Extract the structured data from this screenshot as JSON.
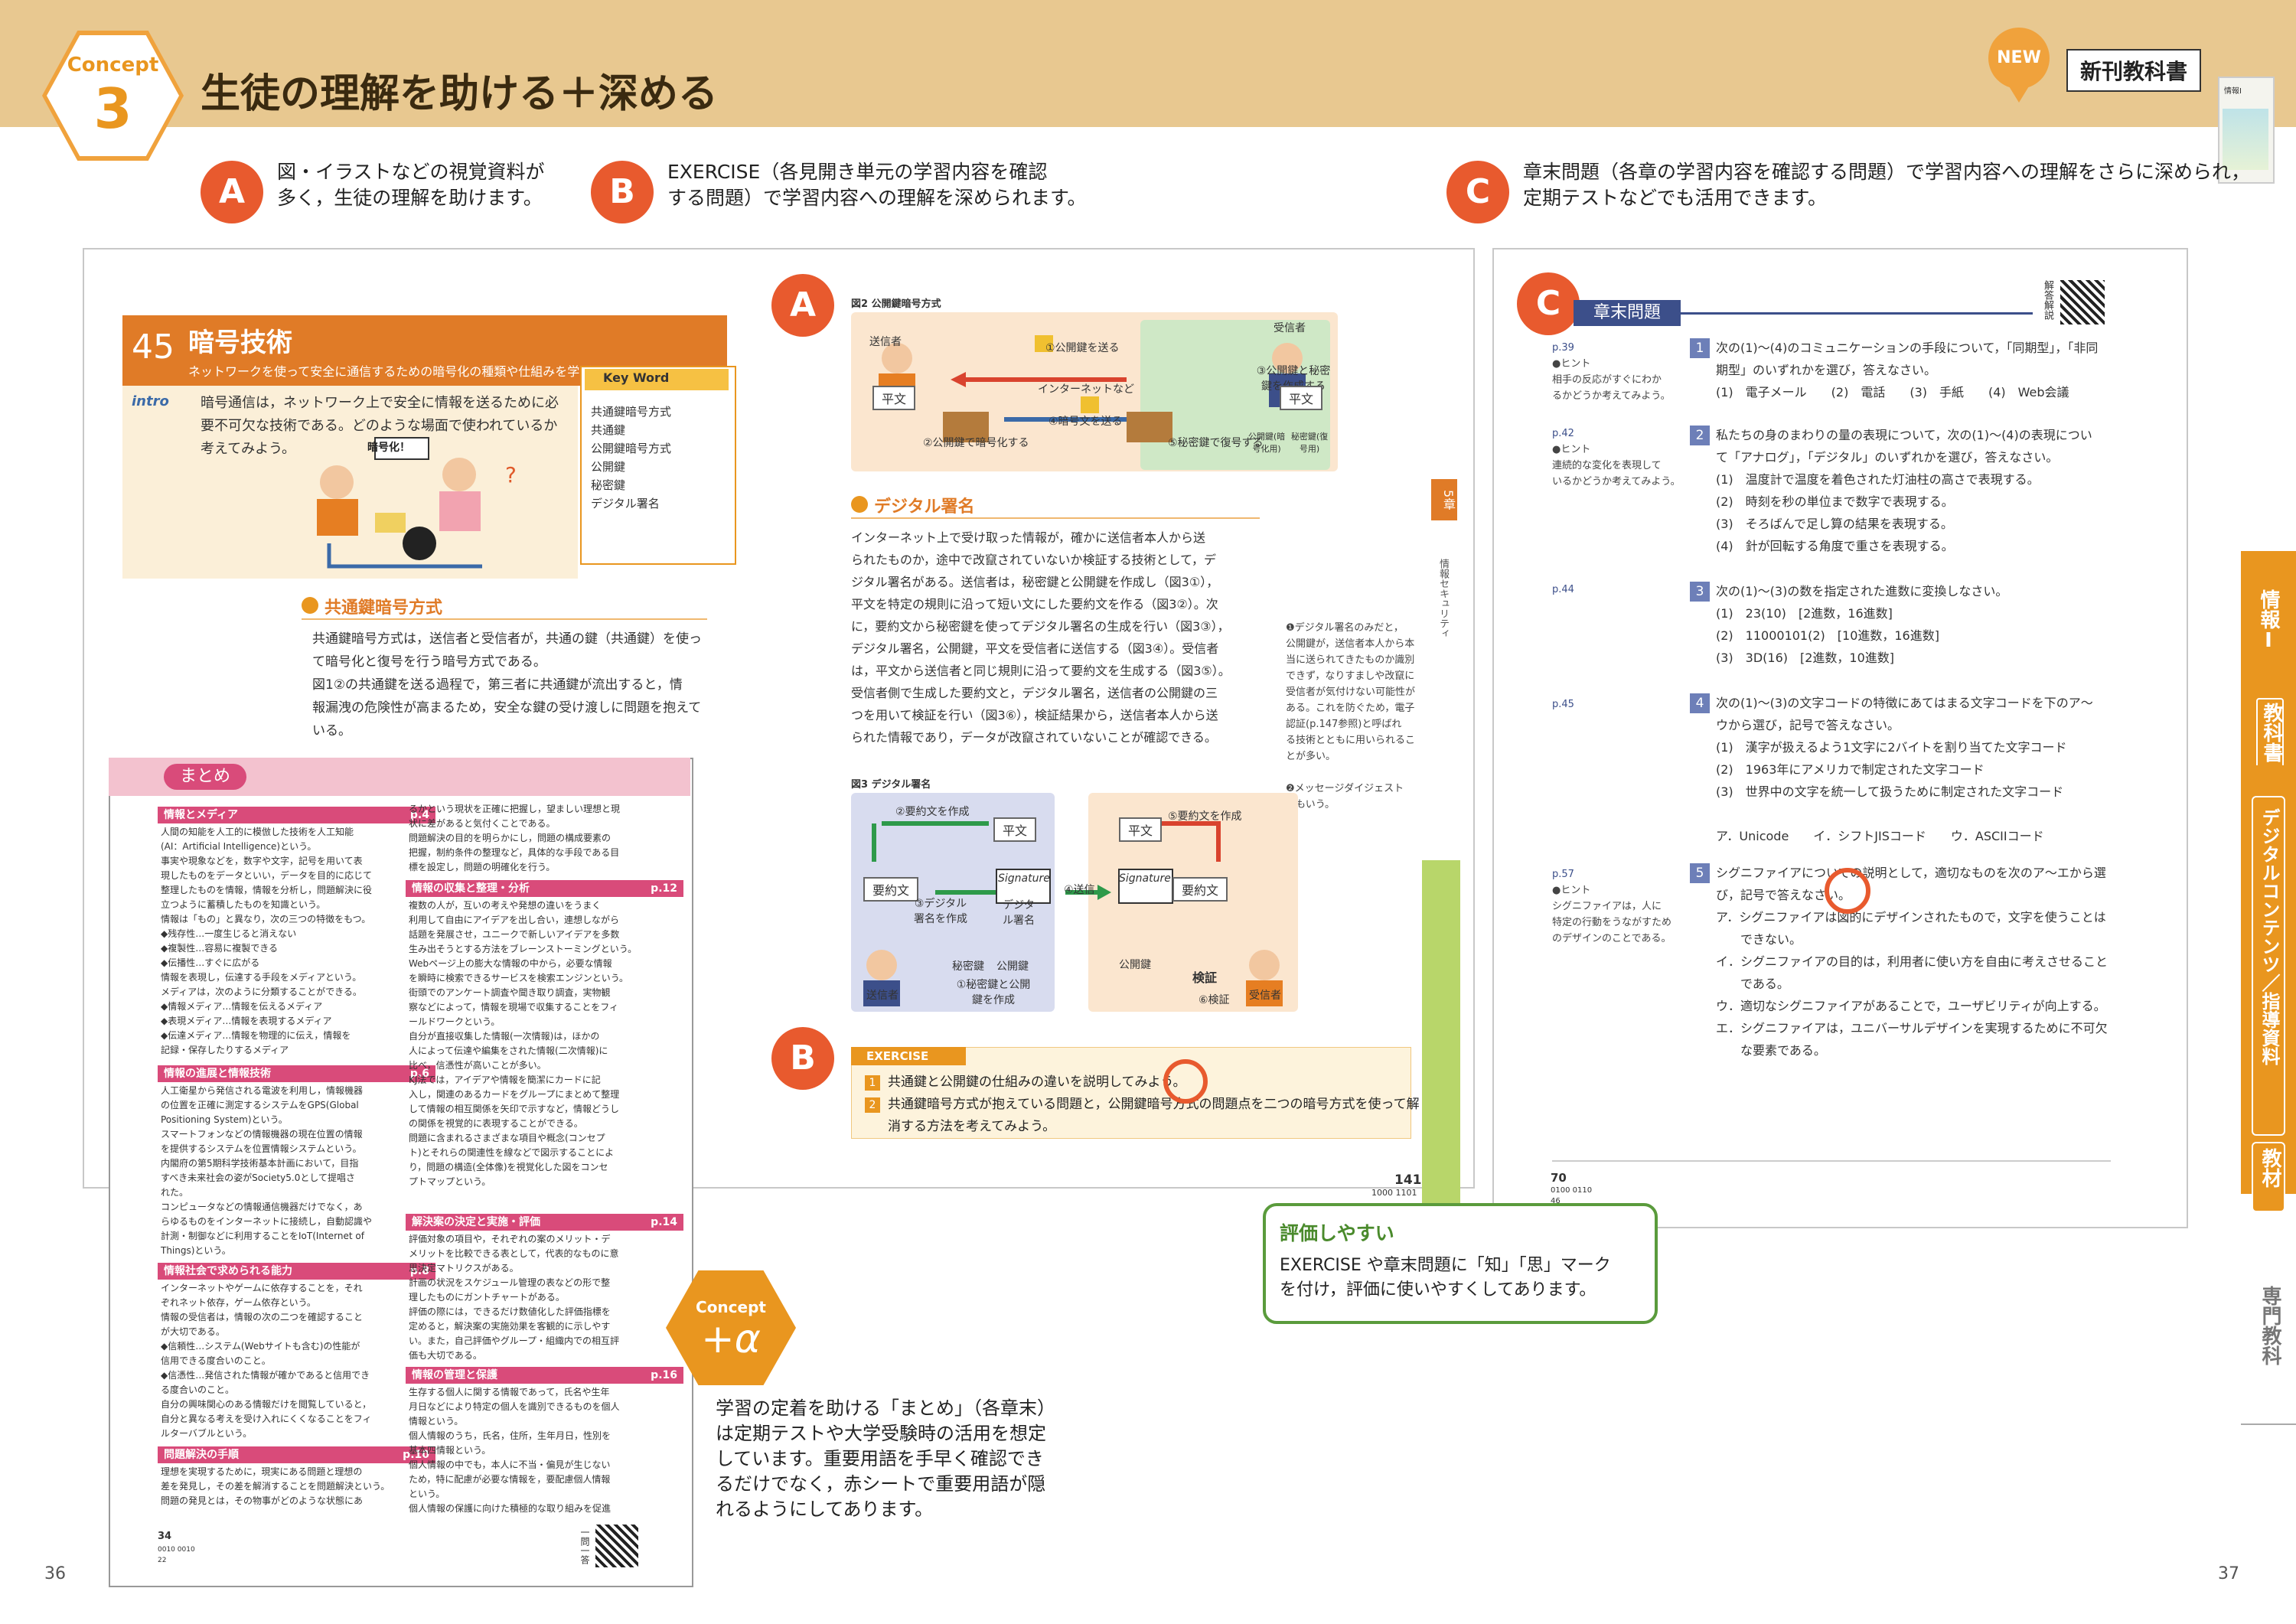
{
  "header": {
    "concept_label": "Concept",
    "concept_number": "3",
    "title": "生徒の理解を助ける＋深める",
    "new_badge": "NEW",
    "new_book": "新刊教科書",
    "book_title": "情報Ⅰ"
  },
  "points": [
    {
      "letter": "A",
      "text": "図・イラストなどの視覚資料が\n多く，生徒の理解を助けます。"
    },
    {
      "letter": "B",
      "text": "EXERCISE（各見開き単元の学習内容を確認\nする問題）で学習内容への理解を深められます。"
    },
    {
      "letter": "C",
      "text": "章末問題（各章の学習内容を確認する問題）で学習内容への理解をさらに深められ，\n定期テストなどでも活用できます。"
    }
  ],
  "left_page": {
    "unit_number": "45",
    "unit_title": "暗号技術",
    "unit_subtitle": "ネットワークを使って安全に通信するための暗号化の種類や仕組みを学ぼう",
    "intro_label": "intro",
    "intro_text": "暗号通信は，ネットワーク上で安全に情報を送るために必要不可欠な技術である。どのような場面で使われているか考えてみよう。",
    "intro_sign": "暗号化！",
    "keyword_title": "Key Word",
    "keywords": [
      "共通鍵暗号方式",
      "共通鍵",
      "公開鍵暗号方式",
      "公開鍵",
      "秘密鍵",
      "デジタル署名"
    ],
    "section1_title": "共通鍵暗号方式",
    "section1_text": [
      "共通鍵暗号方式は，送信者と受信者が，共通の鍵（共通鍵）を使っ",
      "て暗号化と復号を行う暗号方式である。",
      "図1②の共通鍵を送る過程で，第三者に共通鍵が流出すると，情",
      "報漏洩の危険性が高まるため，安全な鍵の受け渡しに問題を抱えて",
      "いる。"
    ],
    "fig2_title": "図2 公開鍵暗号方式",
    "fig2_labels": {
      "sender": "送信者",
      "receiver": "受信者",
      "step1": "①公開鍵を送る",
      "step2": "②公開鍵で暗号化する",
      "step3": "③公開鍵と秘密鍵を作成する",
      "internet": "インターネットなど",
      "step4": "④暗号文を送る",
      "step5": "⑤秘密鍵で復号する",
      "plaintext": "平文",
      "pubkey": "公開鍵(暗号化用)",
      "privkey": "秘密鍵(復号用)"
    },
    "section3_title": "デジタル署名",
    "section3_text": [
      "インターネット上で受け取った情報が，確かに送信者本人から送",
      "られたものか，途中で改竄されていないか検証する技術として，デ",
      "ジタル署名がある。送信者は，秘密鍵と公開鍵を作成し（図3①），",
      "平文を特定の規則に沿って短い文にした要約文を作る（図3②）。次",
      "に，要約文から秘密鍵を使ってデジタル署名の生成を行い（図3③），",
      "デジタル署名，公開鍵，平文を受信者に送信する（図3④）。受信者",
      "は，平文から送信者と同じ規則に沿って要約文を生成する（図3⑤）。",
      "受信者側で生成した要約文と，デジタル署名，送信者の公開鍵の三",
      "つを用いて検証を行い（図3⑥），検証結果から，送信者本人から送",
      "られた情報であり，データが改竄されていないことが確認できる。"
    ],
    "side_note": [
      "❶デジタル署名のみだと，",
      "公開鍵が，送信者本人から本",
      "当に送られてきたものか識別",
      "できず，なりすましや改竄に",
      "受信者が気付けない可能性が",
      "ある。これを防ぐため，電子",
      "認証(p.147参照)と呼ばれ",
      "る技術とともに用いられるこ",
      "とが多い。",
      "",
      "❷メッセージダイジェスト",
      "ともいう。"
    ],
    "fig3_title": "図3 デジタル署名",
    "fig3_labels": {
      "summary_create": "②要約文を作成",
      "plaintext": "平文",
      "summary": "要約文",
      "sign": "③デジタル署名を作成",
      "signature": "Signature",
      "digital_sign": "デジタル署名",
      "send": "④送信",
      "summary_create2": "⑤要約文を作成",
      "privkey": "秘密鍵",
      "pubkey": "公開鍵",
      "create_keys": "①秘密鍵と公開鍵を作成",
      "verify": "検証",
      "verify_step": "⑥検証",
      "sender": "送信者",
      "receiver": "受信者"
    },
    "exercise_label": "EXERCISE",
    "exercises": [
      {
        "num": "1",
        "text": "共通鍵と公開鍵の仕組みの違いを説明してみよう。"
      },
      {
        "num": "2",
        "text": "共通鍵暗号方式が抱えている問題と，公開鍵暗号方式の問題点を二つの暗号方式を使って解"
      },
      {
        "num": "",
        "text": "消する方法を考えてみよう。"
      }
    ],
    "chapter_tab": "5章",
    "chapter_side": "情報セキュリティ",
    "page_number": "141",
    "page_code": "1000 1101"
  },
  "matome": {
    "title": "まとめ",
    "sections": [
      {
        "head": "情報とメディア",
        "ref": "p.4"
      },
      {
        "head": "情報の進展と情報技術",
        "ref": "p.6"
      },
      {
        "head": "情報社会で求められる能力",
        "ref": "p.8"
      },
      {
        "head": "問題解決の手順",
        "ref": "p.10"
      },
      {
        "head": "情報の収集と整理・分析",
        "ref": "p.12"
      },
      {
        "head": "解決案の決定と実施・評価",
        "ref": "p.14"
      },
      {
        "head": "情報の管理と保護",
        "ref": "p.16"
      }
    ],
    "lines_left": [
      "人間の知能を人工的に模倣した技術を人工知能",
      "(AI：Artificial Intelligence)という。",
      "事実や現象などを，数字や文字，記号を用いて表",
      "現したものをデータといい，データを目的に応じて",
      "整理したものを情報，情報を分析し，問題解決に役",
      "立つように蓄積したものを知識という。",
      "情報は「もの」と異なり，次の三つの特徴をもつ。",
      "◆残存性…一度生じると消えない",
      "◆複製性…容易に複製できる",
      "◆伝播性…すぐに広がる",
      "情報を表現し，伝達する手段をメディアという。",
      "メディアは，次のように分類することができる。",
      "◆情報メディア…情報を伝えるメディア",
      "◆表現メディア…情報を表現するメディア",
      "◆伝達メディア…情報を物理的に伝え，情報を",
      "記録・保存したりするメディア"
    ],
    "lines_left2": [
      "人工衛星から発信される電波を利用し，情報機器",
      "の位置を正確に測定するシステムをGPS(Global",
      "Positioning System)という。",
      "スマートフォンなどの情報機器の現在位置の情報",
      "を提供するシステムを位置情報システムという。",
      "内閣府の第5期科学技術基本計画において，目指",
      "すべき未来社会の姿がSociety5.0として提唱さ",
      "れた。",
      "コンピュータなどの情報通信機器だけでなく，あ",
      "らゆるものをインターネットに接続し，自動認識や",
      "計測・制御などに利用することをIoT(Internet of",
      "Things)という。"
    ],
    "lines_left3": [
      "インターネットやゲームに依存することを，それ",
      "ぞれネット依存，ゲーム依存という。",
      "情報の受信者は，情報の次の二つを確認すること",
      "が大切である。",
      "◆信頼性…システム(Webサイトも含む)の性能が",
      "信用できる度合いのこと。",
      "◆信憑性…発信された情報が確かであると信用でき",
      "る度合いのこと。",
      "自分の興味関心のある情報だけを閲覧していると，",
      "自分と異なる考えを受け入れにくくなることをフィ",
      "ルターバブルという。"
    ],
    "lines_left4": [
      "理想を実現するために，現実にある問題と理想の",
      "差を発見し，その差を解消することを問題解決という。",
      "問題の発見とは，その物事がどのような状態にあ"
    ],
    "lines_right": [
      "るかという現状を正確に把握し，望ましい理想と現",
      "状に差があると気付くことである。",
      "問題解決の目的を明らかにし，問題の構成要素の",
      "把握，制約条件の整理など，具体的な手段である目",
      "標を設定し，問題の明確化を行う。"
    ],
    "lines_right2": [
      "複数の人が，互いの考えや発想の違いをうまく",
      "利用して自由にアイデアを出し合い，連想しながら",
      "話題を発展させ，ユニークで新しいアイデアを多数",
      "生み出そうとする方法をブレーンストーミングという。",
      "Webページ上の膨大な情報の中から，必要な情報",
      "を瞬時に検索できるサービスを検索エンジンという。",
      "街頭でのアンケート調査や聞き取り調査，実物観",
      "察などによって，情報を現場で収集することをフィ",
      "ールドワークという。",
      "自分が直接収集した情報(一次情報)は，ほかの",
      "人によって伝達や編集をされた情報(二次情報)に",
      "比べ，信憑性が高いことが多い。",
      "KJ法では，アイデアや情報を簡潔にカードに記",
      "入し，関連のあるカードをグループにまとめて整理",
      "して情報の相互関係を矢印で示すなど，情報どうし",
      "の関係を視覚的に表現することができる。",
      "問題に含まれるさまざまな項目や概念(コンセプ",
      "ト)とそれらの関連性を線などで図示することによ",
      "り，問題の構造(全体像)を視覚化した図をコンセ",
      "プトマップという。"
    ],
    "lines_right3": [
      "評価対象の項目や，それぞれの案のメリット・デ",
      "メリットを比較できる表として，代表的なものに意",
      "思決定マトリクスがある。",
      "計画の状況をスケジュール管理の表などの形で整",
      "理したものにガントチャートがある。",
      "評価の際には，できるだけ数値化した評価指標を",
      "定めると，解決案の実施効果を客観的に示しやす",
      "い。また，自己評価やグループ・組織内での相互評",
      "価も大切である。"
    ],
    "lines_right4": [
      "生存する個人に関する情報であって，氏名や生年",
      "月日などにより特定の個人を識別できるものを個人",
      "情報という。",
      "個人情報のうち，氏名，住所，生年月日，性別を",
      "基本四情報という。",
      "個人情報の中でも，本人に不当・偏見が生じない",
      "ため，特に配慮が必要な情報を，要配慮個人情報",
      "という。",
      "個人情報の保護に向けた積極的な取り組みを促進"
    ],
    "page_number": "34",
    "page_code": "0010 0010",
    "page_hex": "22",
    "qr_caption": "一問一答"
  },
  "alpha": {
    "label": "Concept",
    "symbol": "+α",
    "text": "学習の定着を助ける「まとめ」（各章末）\nは定期テストや大学受験時の活用を想定\nしています。重要用語を手早く確認でき\nるだけでなく，赤シートで重要用語が隠\nれるようにしてあります。"
  },
  "right_page": {
    "section_title": "章末問題",
    "qr_caption": "解答解説",
    "hints": [
      {
        "ref": "p.39",
        "label": "●ヒント",
        "text": "相手の反応がすぐにわか\nるかどうか考えてみよう。"
      },
      {
        "ref": "p.42",
        "label": "●ヒント",
        "text": "連続的な変化を表現して\nいるかどうか考えてみよう。"
      },
      {
        "ref": "p.44",
        "label": "",
        "text": ""
      },
      {
        "ref": "p.45",
        "label": "",
        "text": ""
      },
      {
        "ref": "p.57",
        "label": "●ヒント",
        "text": "シグニファイアは，人に\n特定の行動をうながすため\nのデザインのことである。"
      }
    ],
    "questions": [
      {
        "num": "1",
        "lines": [
          "次の(1)～(4)のコミュニケーションの手段について，「同期型」，「非同",
          "期型」のいずれかを選び，答えなさい。",
          "(1)　電子メール　　(2)　電話　　(3)　手紙　　(4)　Web会議"
        ]
      },
      {
        "num": "2",
        "lines": [
          "私たちの身のまわりの量の表現について，次の(1)～(4)の表現につい",
          "て「アナログ」，「デジタル」のいずれかを選び，答えなさい。",
          "(1)　温度計で温度を着色された灯油柱の高さで表現する。",
          "(2)　時刻を秒の単位まで数字で表現する。",
          "(3)　そろばんで足し算の結果を表現する。",
          "(4)　針が回転する角度で重さを表現する。"
        ]
      },
      {
        "num": "3",
        "lines": [
          "次の(1)～(3)の数を指定された進数に変換しなさい。",
          "(1)　23(10)　[2進数，16進数]",
          "(2)　11000101(2)　[10進数，16進数]",
          "(3)　3D(16)　[2進数，10進数]"
        ]
      },
      {
        "num": "4",
        "lines": [
          "次の(1)～(3)の文字コードの特徴にあてはまる文字コードを下のア～",
          "ウから選び，記号で答えなさい。",
          "(1)　漢字が扱えるよう1文字に2バイトを割り当てた文字コード",
          "(2)　1963年にアメリカで制定された文字コード",
          "(3)　世界中の文字を統一して扱うために制定された文字コード",
          "",
          "ア．Unicode　　イ．シフトJISコード　　ウ．ASCIIコード"
        ]
      },
      {
        "num": "5",
        "lines": [
          "シグニファイアについての説明として，適切なものを次のア～エから選",
          "び，記号で答えなさい。",
          "ア．シグニファイアは図的にデザインされたもので，文字を使うことは",
          "　　できない。",
          "イ．シグニファイアの目的は，利用者に使い方を自由に考えさせること",
          "　　である。",
          "ウ．適切なシグニファイアがあることで，ユーザビリティが向上する。",
          "エ．シグニファイアは，ユニバーサルデザインを実現するために不可欠",
          "　　な要素である。"
        ]
      }
    ],
    "page_number": "70",
    "page_code": "0100 0110",
    "page_hex": "46"
  },
  "callout": {
    "title": "評価しやすい",
    "text": "EXERCISE や章末問題に「知」「思」マーク\nを付け，評価に使いやすくしてあります。"
  },
  "side_nav": {
    "items": [
      "情報Ⅰ",
      "教科書",
      "デジタルコンテンツ／指導資料",
      "教材",
      "専門教科"
    ]
  },
  "spread_pages": {
    "left": "36",
    "right": "37"
  },
  "colors": {
    "band": "#e8c890",
    "orange": "#e9961f",
    "red_circle": "#e85a2e",
    "green": "#5a9b3c",
    "pink": "#d94b7a",
    "navy": "#3c4f8a"
  }
}
